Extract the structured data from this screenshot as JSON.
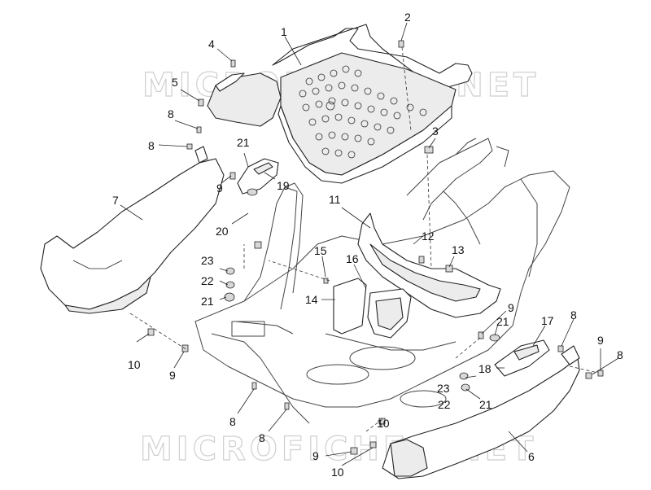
{
  "watermark": {
    "line_top": "MICROFICHES.NET",
    "line_bottom": "MICROFICHES.NET"
  },
  "callouts": [
    {
      "id": "c1",
      "text": "1"
    },
    {
      "id": "c2",
      "text": "2"
    },
    {
      "id": "c3",
      "text": "3"
    },
    {
      "id": "c4",
      "text": "4"
    },
    {
      "id": "c5",
      "text": "5"
    },
    {
      "id": "c6",
      "text": "6"
    },
    {
      "id": "c7",
      "text": "7"
    },
    {
      "id": "c8a",
      "text": "8"
    },
    {
      "id": "c8b",
      "text": "8"
    },
    {
      "id": "c8c",
      "text": "8"
    },
    {
      "id": "c8d",
      "text": "8"
    },
    {
      "id": "c8e",
      "text": "8"
    },
    {
      "id": "c8f",
      "text": "8"
    },
    {
      "id": "c9a",
      "text": "9"
    },
    {
      "id": "c9b",
      "text": "9"
    },
    {
      "id": "c9c",
      "text": "9"
    },
    {
      "id": "c9d",
      "text": "9"
    },
    {
      "id": "c9e",
      "text": "9"
    },
    {
      "id": "c10a",
      "text": "10"
    },
    {
      "id": "c10b",
      "text": "10"
    },
    {
      "id": "c10c",
      "text": "10"
    },
    {
      "id": "c11",
      "text": "11"
    },
    {
      "id": "c12",
      "text": "12"
    },
    {
      "id": "c13",
      "text": "13"
    },
    {
      "id": "c14",
      "text": "14"
    },
    {
      "id": "c15",
      "text": "15"
    },
    {
      "id": "c16",
      "text": "16"
    },
    {
      "id": "c17",
      "text": "17"
    },
    {
      "id": "c18",
      "text": "18"
    },
    {
      "id": "c19",
      "text": "19"
    },
    {
      "id": "c20",
      "text": "20"
    },
    {
      "id": "c21a",
      "text": "21"
    },
    {
      "id": "c21b",
      "text": "21"
    },
    {
      "id": "c21c",
      "text": "21"
    },
    {
      "id": "c21d",
      "text": "21"
    },
    {
      "id": "c22a",
      "text": "22"
    },
    {
      "id": "c22b",
      "text": "22"
    },
    {
      "id": "c23a",
      "text": "23"
    },
    {
      "id": "c23b",
      "text": "23"
    }
  ]
}
